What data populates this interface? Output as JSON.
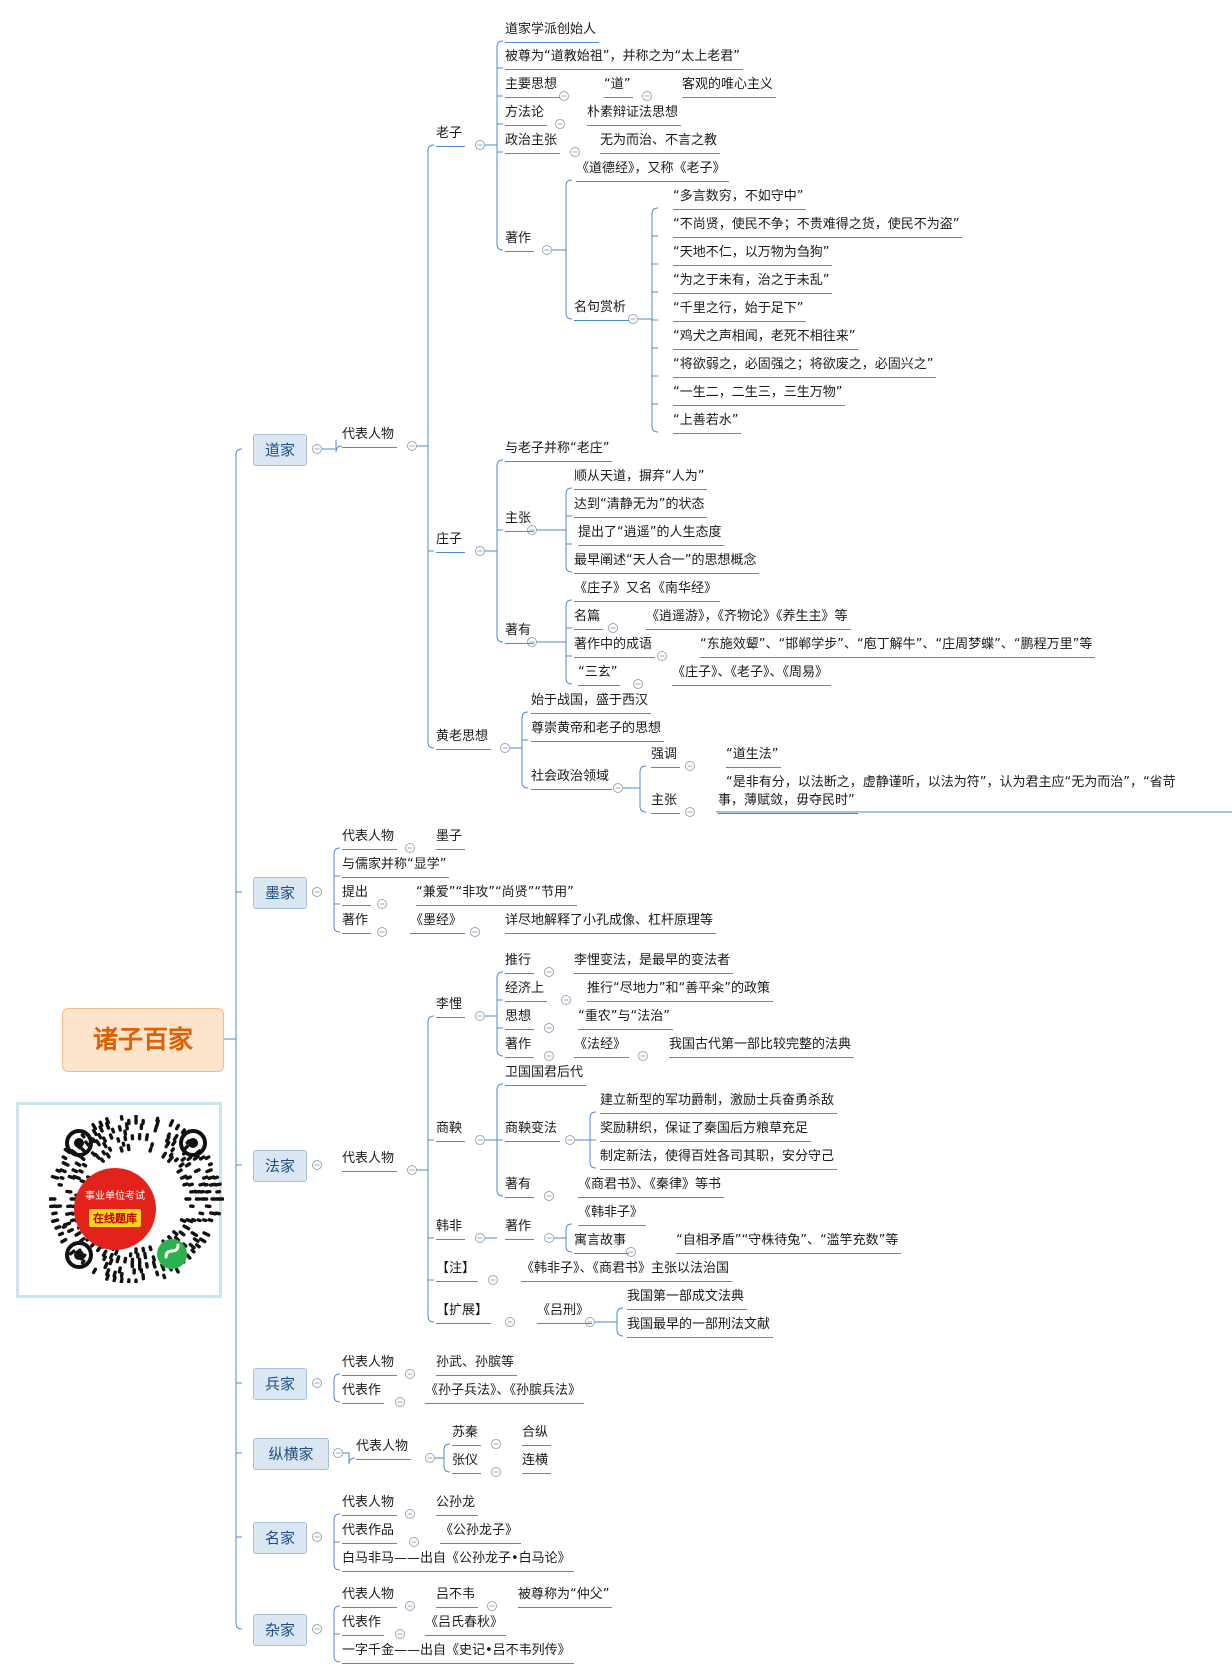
{
  "root": {
    "label": "诸子百家"
  },
  "qr_badge": {
    "line1": "事业单位考试",
    "line2": "在线题库"
  },
  "colors": {
    "line": "#4c8bd3",
    "root_fill": "#fde4cd",
    "root_text": "#e05f00",
    "box_fill": "#dbe6f3",
    "box_text": "#1c4f82",
    "badge_red": "#e3231b",
    "mini_green": "#2bb24c"
  },
  "schools": {
    "daojia": "道家",
    "mojia": "墨家",
    "fajia": "法家",
    "bingjia": "兵家",
    "zonghengjia": "纵横家",
    "mingjia": "名家",
    "zajia": "杂家"
  },
  "daojia": {
    "rep": "代表人物",
    "laozi": {
      "name": "老子",
      "founder": "道家学派创始人",
      "honor": "被尊为“道教始祖”，并称之为“太上老君”",
      "thought": "主要思想",
      "thought_1": "“道”",
      "thought_2": "客观的唯心主义",
      "method": "方法论",
      "method_1": "朴素辩证法思想",
      "politics": "政治主张",
      "politics_1": "无为而治、不言之教",
      "works": "著作",
      "book": "《道德经》，又称《老子》",
      "quotes_label": "名句赏析",
      "quotes": [
        "“多言数穷，不如守中”",
        "“不尚贤，使民不争；不贵难得之货，使民不为盗”",
        "“天地不仁，以万物为刍狗”",
        "“为之于未有，治之于未乱”",
        "“千里之行，始于足下”",
        "“鸡犬之声相闻，老死不相往来”",
        "“将欲弱之，必固强之；将欲废之，必固兴之”",
        "“一生二，二生三，三生万物”",
        "“上善若水”"
      ]
    },
    "zhuangzi": {
      "name": "庄子",
      "with_laozi": "与老子并称“老庄”",
      "claims": "主张",
      "claim_items": [
        "顺从天道，摒弃“人为”",
        "达到“清静无为”的状态",
        "提出了“逍遥”的人生态度",
        "最早阐述“天人合一”的思想概念"
      ],
      "works": "著有",
      "book": "《庄子》又名《南华经》",
      "famous": "名篇",
      "famous_1": "《逍遥游》，《齐物论》《养生主》等",
      "idioms": "著作中的成语",
      "idioms_1": "“东施效颦”、“邯郸学步”、“庖丁解牛”、“庄周梦蝶”、“鹏程万里”等",
      "sanxuan": "“三玄”",
      "sanxuan_1": "《庄子》、《老子》、《周易》"
    },
    "huanglao": {
      "name": "黄老思想",
      "item_1": "始于战国，盛于西汉",
      "item_2": "尊崇黄帝和老子的思想",
      "field": "社会政治领域",
      "emphasis": "强调",
      "emphasis_1": "“道生法”",
      "claim": "主张",
      "claim_1a": "“是非有分，以法断之，虚静谨听，以法为符”，认为君主应“无为而治”，“省苛",
      "claim_1b": "事，薄赋敛，毋夺民时”"
    }
  },
  "mojia": {
    "rep": "代表人物",
    "rep_1": "墨子",
    "with_ru": "与儒家并称“显学”",
    "propose": "提出",
    "propose_1": "“兼爱”“非攻”“尚贤”“节用”",
    "works": "著作",
    "works_1": "《墨经》",
    "works_2": "详尽地解释了小孔成像、杠杆原理等"
  },
  "fajia": {
    "rep": "代表人物",
    "likui": {
      "name": "李悝",
      "promote": "推行",
      "promote_1": "李悝变法，是最早的变法者",
      "econ": "经济上",
      "econ_1": "推行“尽地力”和“善平籴”的政策",
      "thought": "思想",
      "thought_1": "“重农”与“法治”",
      "works": "著作",
      "works_1": "《法经》",
      "works_2": "我国古代第一部比较完整的法典"
    },
    "shangyang": {
      "name": "商鞅",
      "origin": "卫国国君后代",
      "reform": "商鞅变法",
      "reform_items": [
        "建立新型的军功爵制，激励士兵奋勇杀敌",
        "奖励耕织，保证了秦国后方粮草充足",
        "制定新法，使得百姓各司其职，安分守己"
      ],
      "works": "著有",
      "works_1": "《商君书》、《秦律》等书"
    },
    "hanfei": {
      "name": "韩非",
      "works": "著作",
      "book": "《韩非子》",
      "fables": "寓言故事",
      "fables_1": "“自相矛盾”“守株待兔”、“滥竽充数”等"
    },
    "note": "【注】",
    "note_1": "《韩非子》、《商君书》主张以法治国",
    "ext": "【扩展】",
    "ext_1": "《吕刑》",
    "ext_2": "我国第一部成文法典",
    "ext_3": "我国最早的一部刑法文献"
  },
  "bingjia": {
    "rep": "代表人物",
    "rep_1": "孙武、孙膑等",
    "works": "代表作",
    "works_1": "《孙子兵法》、《孙膑兵法》"
  },
  "zonghengjia": {
    "rep": "代表人物",
    "suqin": "苏秦",
    "suqin_1": "合纵",
    "zhangyi": "张仪",
    "zhangyi_1": "连横"
  },
  "mingjia": {
    "rep": "代表人物",
    "rep_1": "公孙龙",
    "works": "代表作品",
    "works_1": "《公孙龙子》",
    "baima": "白马非马——出自《公孙龙子•白马论》"
  },
  "zajia": {
    "rep": "代表人物",
    "rep_1": "吕不韦",
    "rep_2": "被尊称为“仲父”",
    "works": "代表作",
    "works_1": "《吕氏春秋》",
    "yizi": "一字千金——出自《史记•吕不韦列传》"
  }
}
